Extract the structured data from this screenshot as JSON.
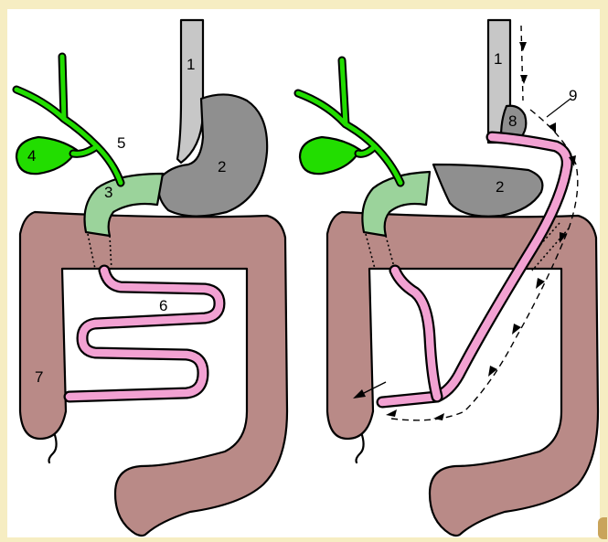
{
  "colors": {
    "background_border": "#f6edc2",
    "colon": "#b98a87",
    "stomach": "#8f8f8f",
    "esophagus": "#c7c7c7",
    "bile_ducts": "#22dd00",
    "duodenum": "#9bd39b",
    "small_intestine": "#f2a1d2",
    "outline": "#000000"
  },
  "diagram_left": {
    "labels": {
      "esophagus": "1",
      "stomach": "2",
      "duodenum": "3",
      "gallbladder": "4",
      "bile_duct": "5",
      "small_intestine": "6",
      "colon": "7"
    }
  },
  "diagram_right": {
    "labels": {
      "esophagus": "1",
      "stomach": "2",
      "stump": "8",
      "jejunal_loop": "9"
    }
  }
}
